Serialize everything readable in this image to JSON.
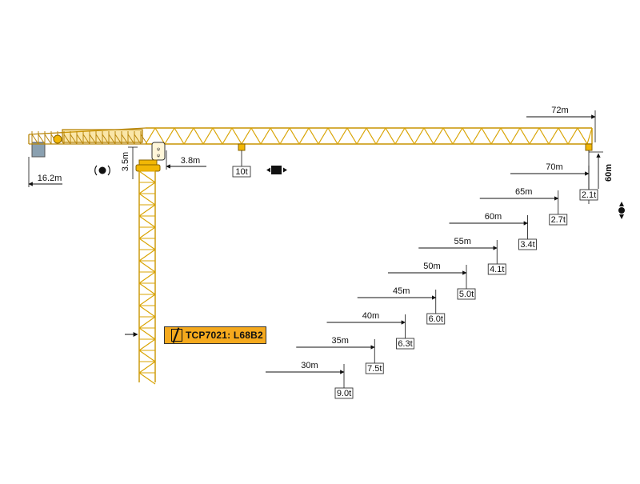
{
  "crane": {
    "jib_length": "72m",
    "height_under_hook": "60m",
    "counter_jib_radius": "16.2m",
    "head_height": "3.5m",
    "pivot_offset": "3.8m",
    "max_load": "10t",
    "model": "TCP7021: L68B2"
  },
  "load_chart": [
    {
      "radius": "30m",
      "load": "9.0t"
    },
    {
      "radius": "35m",
      "load": "7.5t"
    },
    {
      "radius": "40m",
      "load": "6.3t"
    },
    {
      "radius": "45m",
      "load": "6.0t"
    },
    {
      "radius": "50m",
      "load": "5.0t"
    },
    {
      "radius": "55m",
      "load": "4.1t"
    },
    {
      "radius": "60m",
      "load": "3.4t"
    },
    {
      "radius": "65m",
      "load": "2.7t"
    },
    {
      "radius": "70m",
      "load": "2.1t"
    }
  ],
  "colors": {
    "structure": "#f2b705",
    "structure_dark": "#b8860b",
    "label_bg": "#f5a91d",
    "counterweight": "#8aa0b0"
  },
  "icons": {
    "slewing": "slewing-icon",
    "trolley": "trolley-icon",
    "hoist": "hoist-icon",
    "model": "model-icon"
  }
}
